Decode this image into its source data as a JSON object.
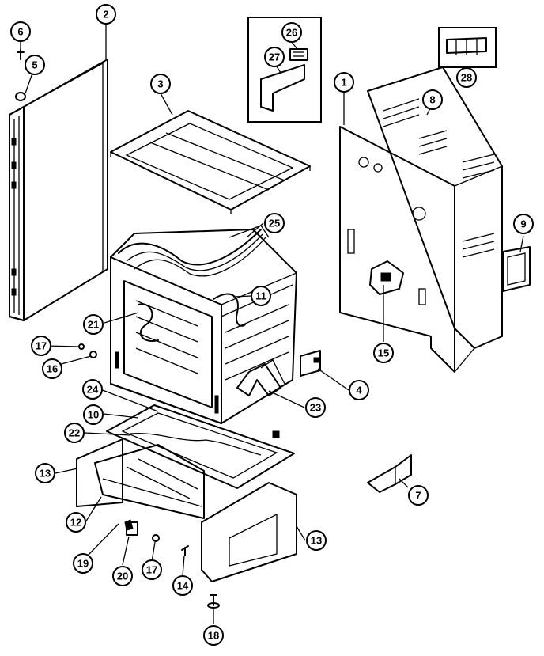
{
  "diagram": {
    "callouts": [
      {
        "id": "c1",
        "label": "1"
      },
      {
        "id": "c2",
        "label": "2"
      },
      {
        "id": "c3",
        "label": "3"
      },
      {
        "id": "c4",
        "label": "4"
      },
      {
        "id": "c5",
        "label": "5"
      },
      {
        "id": "c6",
        "label": "6"
      },
      {
        "id": "c7",
        "label": "7"
      },
      {
        "id": "c8",
        "label": "8"
      },
      {
        "id": "c9",
        "label": "9"
      },
      {
        "id": "c10",
        "label": "10"
      },
      {
        "id": "c11",
        "label": "11"
      },
      {
        "id": "c12",
        "label": "12"
      },
      {
        "id": "c13a",
        "label": "13"
      },
      {
        "id": "c13b",
        "label": "13"
      },
      {
        "id": "c14",
        "label": "14"
      },
      {
        "id": "c15",
        "label": "15"
      },
      {
        "id": "c16",
        "label": "16"
      },
      {
        "id": "c17a",
        "label": "17"
      },
      {
        "id": "c17b",
        "label": "17"
      },
      {
        "id": "c18",
        "label": "18"
      },
      {
        "id": "c19",
        "label": "19"
      },
      {
        "id": "c20",
        "label": "20"
      },
      {
        "id": "c21",
        "label": "21"
      },
      {
        "id": "c22",
        "label": "22"
      },
      {
        "id": "c23",
        "label": "23"
      },
      {
        "id": "c24",
        "label": "24"
      },
      {
        "id": "c25",
        "label": "25"
      },
      {
        "id": "c26",
        "label": "26"
      },
      {
        "id": "c27",
        "label": "27"
      },
      {
        "id": "c28",
        "label": "28"
      }
    ]
  }
}
